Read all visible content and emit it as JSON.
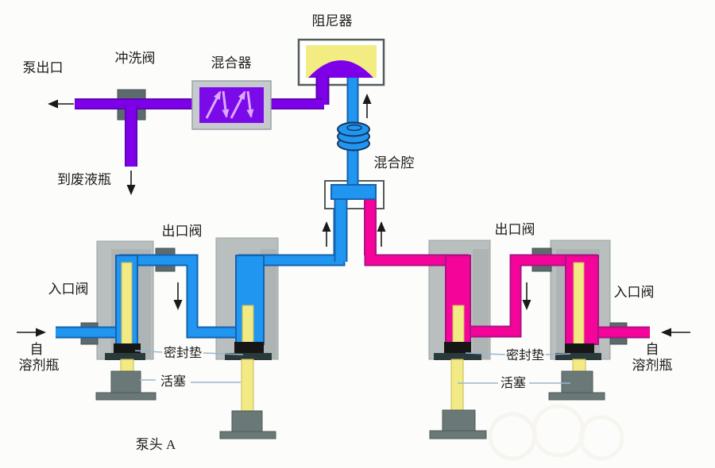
{
  "diagram": {
    "type": "hplc-binary-pump-flow-schematic",
    "labels": {
      "pump_outlet": "泵出口",
      "flush_valve": "冲洗阀",
      "mixer": "混合器",
      "damper": "阻尼器",
      "to_waste_bottle": "到废液瓶",
      "mixing_chamber": "混合腔",
      "outlet_valve_left": "出口阀",
      "outlet_valve_right": "出口阀",
      "inlet_valve_left": "入口阀",
      "inlet_valve_right": "入口阀",
      "from_solvent_left_line1": "自",
      "from_solvent_left_line2": "溶剂瓶",
      "from_solvent_right_line1": "自",
      "from_solvent_right_line2": "溶剂瓶",
      "seal_left": "密封垫",
      "seal_right": "密封垫",
      "piston_left": "活塞",
      "piston_right": "活塞",
      "pump_head_a": "泵头 A"
    },
    "colors": {
      "solvent_a_blue": "#2196f0",
      "solvent_b_pink": "#f5049a",
      "mixed_purple": "#7d00e8",
      "piston_rod_yellow": "#f2ea85",
      "pump_body_gray": "#b9bfbf",
      "valve_block_dark": "#5c6b6b",
      "piston_gray": "#6b7878",
      "seal_black": "#161616",
      "background": "#fcfcfb"
    }
  }
}
